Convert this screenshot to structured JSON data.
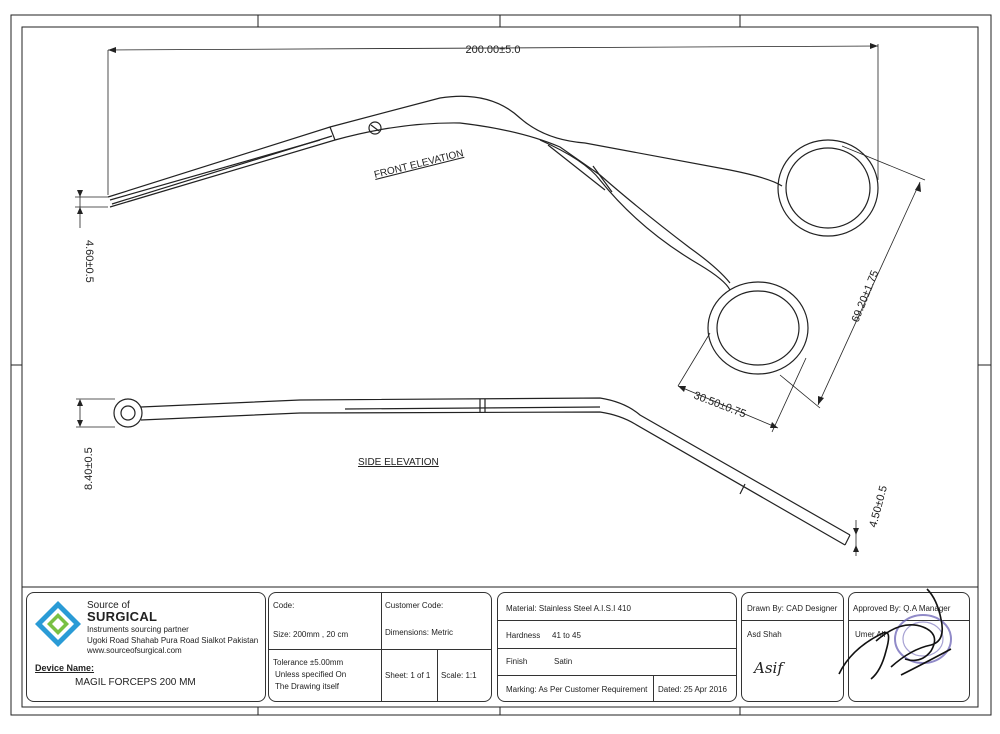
{
  "dimensions": {
    "overall_length": "200.00±5.0",
    "tip_width": "4.60±0.5",
    "ring_span": "69.20±1.75",
    "ring_width": "30.50±0.75",
    "side_ring": "8.40±0.5",
    "side_tip": "4.50±0.5"
  },
  "views": {
    "front": "FRONT ELEVATION",
    "side": "SIDE ELEVATION"
  },
  "company": {
    "line1": "Source of",
    "line2": "SURGICAL",
    "tagline": "Instruments sourcing partner",
    "address": "Ugoki Road Shahab Pura Road Sialkot Pakistan",
    "website": "www.sourceofsurgical.com",
    "device_label": "Device Name:",
    "device_name": "MAGIL FORCEPS 200 MM"
  },
  "spec": {
    "code_label": "Code:",
    "customer_code_label": "Customer Code:",
    "size": "Size:   200mm , 20 cm",
    "dimensions": "Dimensions: Metric",
    "tolerance_1": "Tolerance ±5.00mm",
    "tolerance_2": "Unless specified On",
    "tolerance_3": "The Drawing itself",
    "sheet": "Sheet: 1 of 1",
    "scale": "Scale: 1:1"
  },
  "material": {
    "material": "Material: Stainless Steel A.I.S.I 410",
    "hardness_label": "Hardness",
    "hardness_value": "41 to 45",
    "finish_label": "Finish",
    "finish_value": "Satin",
    "marking": "Marking: As Per Customer Requirement",
    "dated": "Dated: 25 Apr 2016"
  },
  "drawn": {
    "drawn_by": "Drawn By: CAD Designer",
    "name": "Asd Shah",
    "signature": "Asif"
  },
  "approved": {
    "approved_by": "Approved By: Q.A Manager",
    "name": "Umer Ali"
  }
}
